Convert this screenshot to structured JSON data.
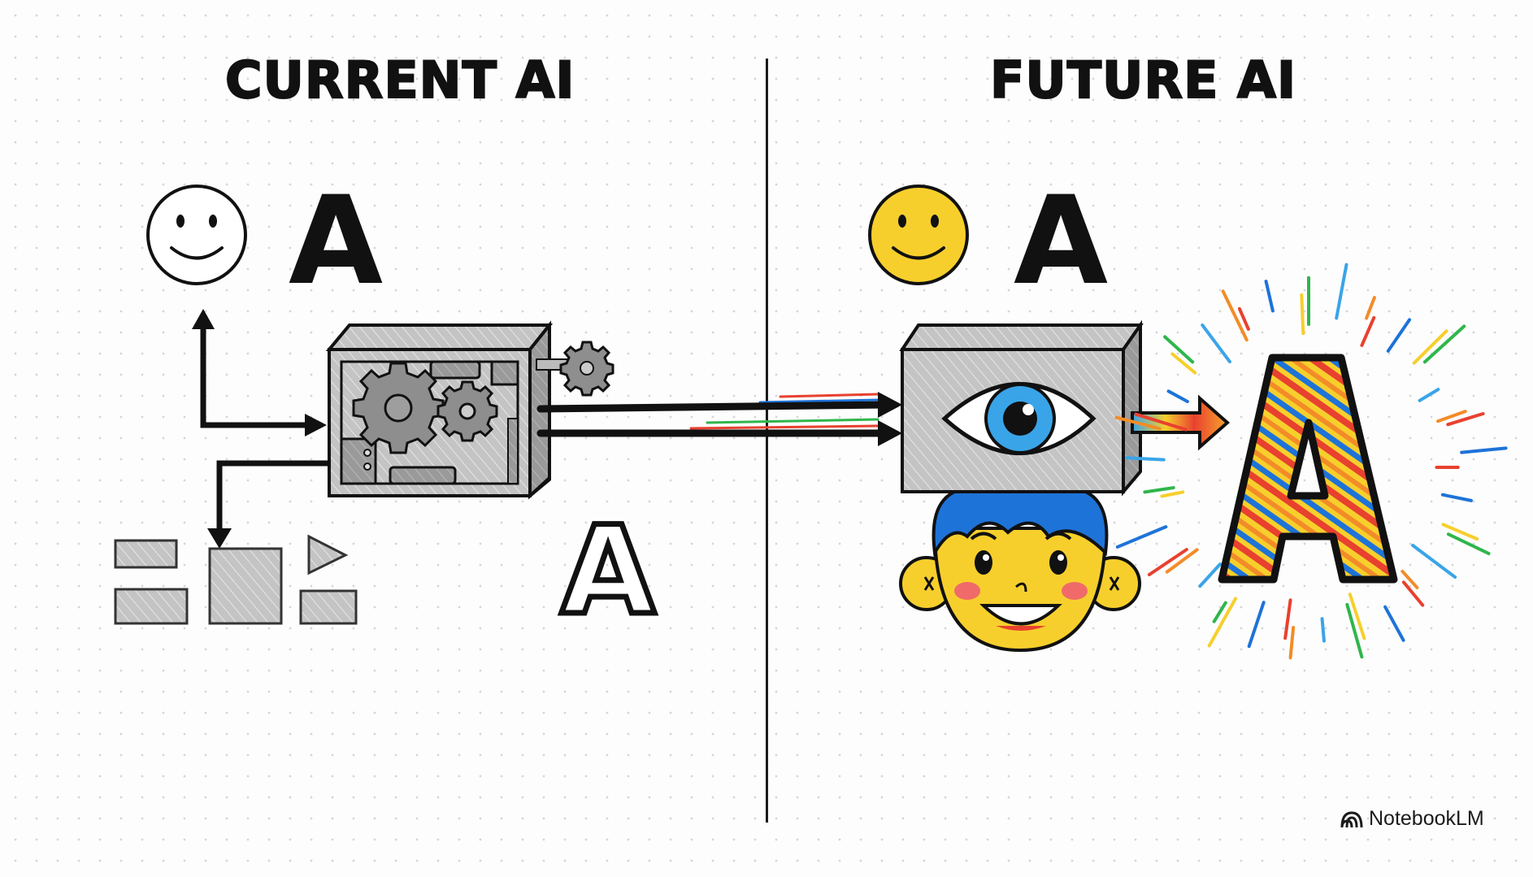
{
  "panels": {
    "left": {
      "title": "CURRENT AI",
      "letter_top": "A",
      "letter_output": "A",
      "icons": [
        "smiley-face-outline",
        "gear-machine-box",
        "content-blocks",
        "play-triangle"
      ]
    },
    "right": {
      "title": "FUTURE AI",
      "letter_top": "A",
      "letter_output": "A",
      "icons": [
        "smiley-face-yellow",
        "eye-machine-box",
        "happy-boy-face",
        "rainbow-letter-a"
      ]
    }
  },
  "colors": {
    "ink": "#111111",
    "box_gray": "#bdbdbd",
    "yellow": "#f7cf2c",
    "blue": "#1e73d8",
    "eye_blue": "#3aa4e8",
    "red": "#e8412f",
    "green": "#2fb64b",
    "blush": "#f06a6a"
  },
  "brand": {
    "label": "NotebookLM",
    "icon": "notebooklm-logo-icon"
  }
}
